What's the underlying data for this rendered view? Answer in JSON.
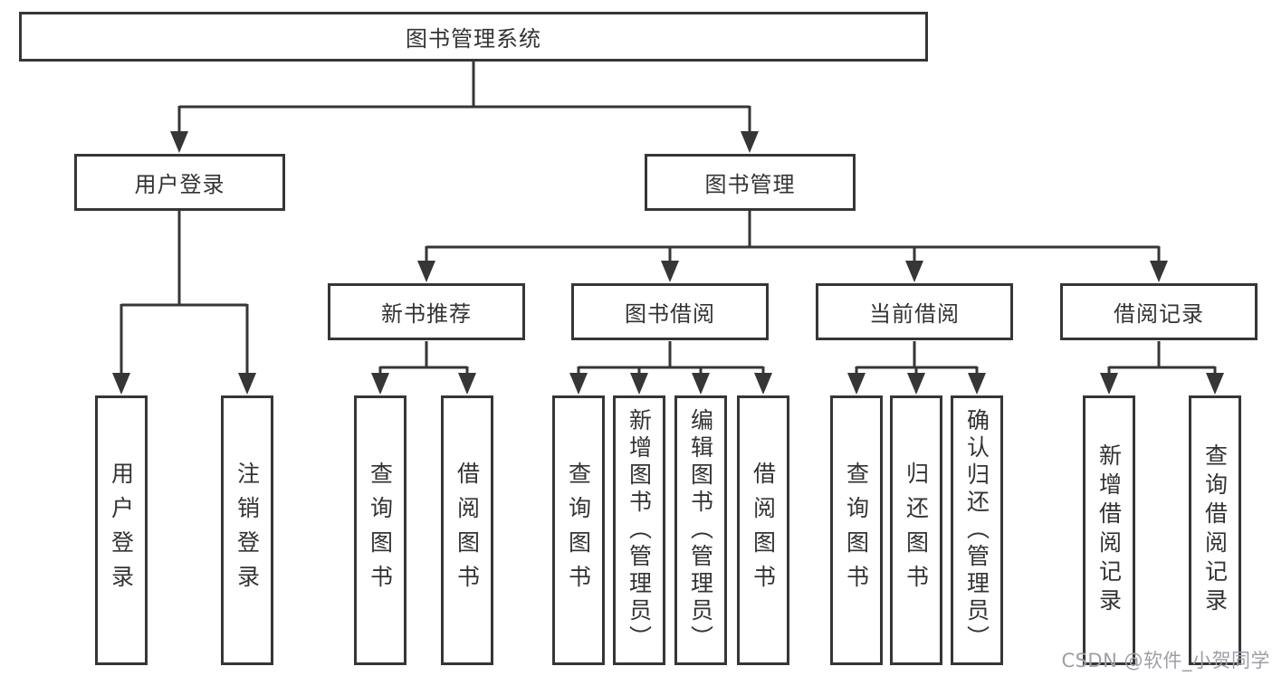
{
  "tree": {
    "label": "图书管理系统",
    "children": [
      {
        "label": "用户登录",
        "children": [
          {
            "label": "用户登录"
          },
          {
            "label": "注销登录"
          }
        ]
      },
      {
        "label": "图书管理",
        "children": [
          {
            "label": "新书推荐",
            "children": [
              {
                "label": "查询图书"
              },
              {
                "label": "借阅图书"
              }
            ]
          },
          {
            "label": "图书借阅",
            "children": [
              {
                "label": "查询图书"
              },
              {
                "label": "新增图书（管理员）"
              },
              {
                "label": "编辑图书（管理员）"
              },
              {
                "label": "借阅图书"
              }
            ]
          },
          {
            "label": "当前借阅",
            "children": [
              {
                "label": "查询图书"
              },
              {
                "label": "归还图书"
              },
              {
                "label": "确认归还（管理员）"
              }
            ]
          },
          {
            "label": "借阅记录",
            "children": [
              {
                "label": "新增借阅记录"
              },
              {
                "label": "查询借阅记录"
              }
            ]
          }
        ]
      }
    ]
  },
  "watermark": {
    "text": "CSDN @软件_小贺同学"
  },
  "colors": {
    "line": "#363636",
    "border": "#363636",
    "text": "#333333",
    "background": "#ffffff",
    "watermark": "#9e9ea8"
  }
}
